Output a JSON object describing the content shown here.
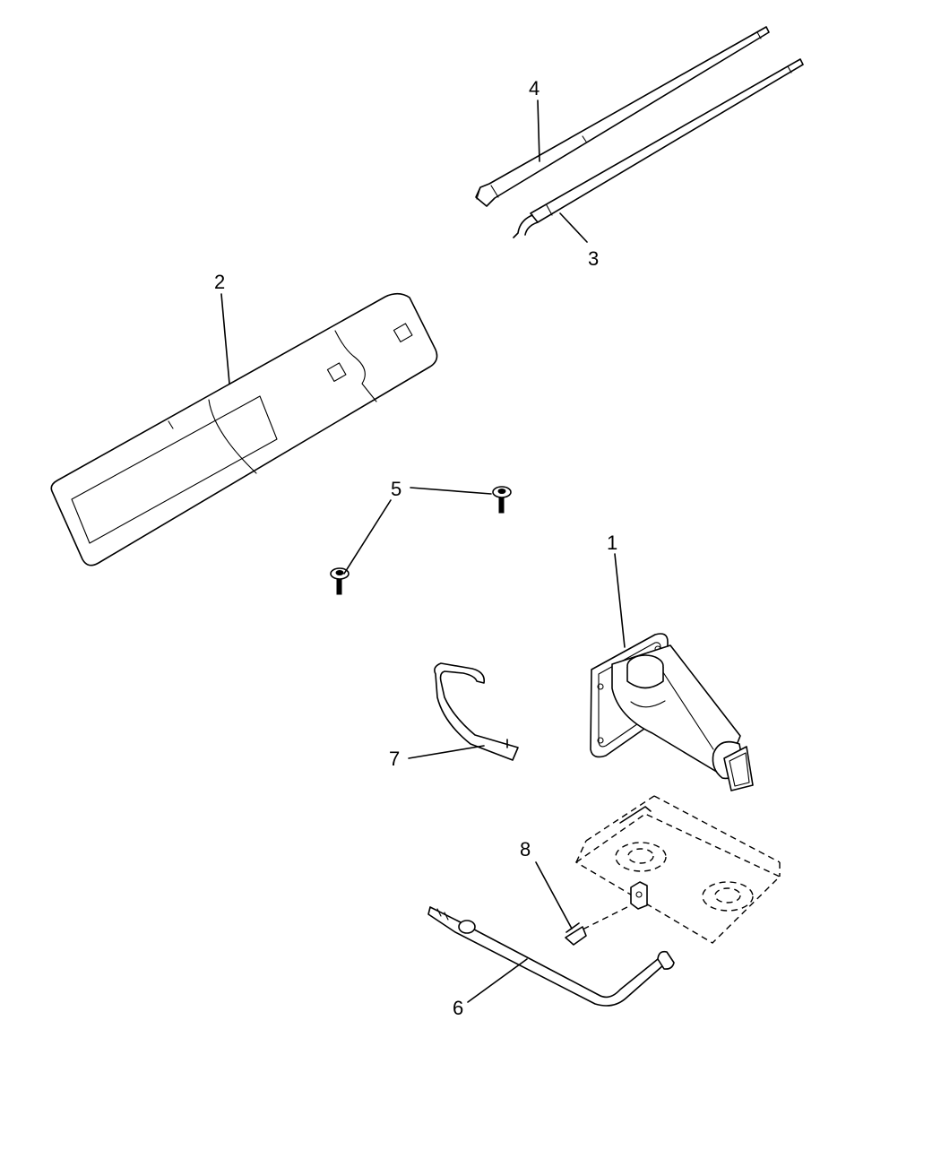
{
  "callouts": [
    {
      "id": "1",
      "label": "1"
    },
    {
      "id": "2",
      "label": "2"
    },
    {
      "id": "3",
      "label": "3"
    },
    {
      "id": "4",
      "label": "4"
    },
    {
      "id": "5",
      "label": "5"
    },
    {
      "id": "6",
      "label": "6"
    },
    {
      "id": "7",
      "label": "7"
    },
    {
      "id": "8",
      "label": "8"
    }
  ],
  "parts": [
    {
      "callout": "1",
      "icon": "jack-icon"
    },
    {
      "callout": "2",
      "icon": "instruction-panel-icon"
    },
    {
      "callout": "3",
      "icon": "jack-handle-extension-icon"
    },
    {
      "callout": "4",
      "icon": "jack-handle-icon"
    },
    {
      "callout": "5",
      "icon": "screw-icon"
    },
    {
      "callout": "6",
      "icon": "lug-wrench-icon"
    },
    {
      "callout": "7",
      "icon": "strap-icon"
    },
    {
      "callout": "8",
      "icon": "bracket-icon"
    }
  ]
}
